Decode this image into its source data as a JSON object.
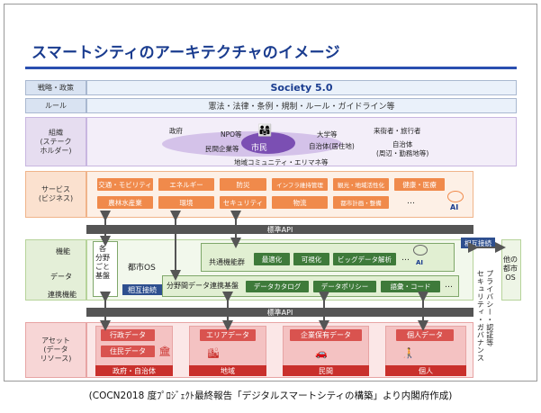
{
  "title": "スマートシティのアーキテクチャのイメージ",
  "rows": {
    "strategy": {
      "label": "戦略・政策",
      "content": "Society 5.0"
    },
    "rule": {
      "label": "ルール",
      "content": "憲法・法律・条例・規制・ルール・ガイドライン等"
    },
    "org": {
      "label": "組織\n(ステーク\nホルダー)",
      "items": [
        "政府",
        "NPO等",
        "大学等",
        "来街者・旅行者",
        "民間企業等",
        "自治体(居住地)",
        "自治体\n(周辺・勤務地等)",
        "地域コミュニティ・エリマネ等"
      ],
      "center": "市民"
    },
    "service": {
      "label": "サービス\n(ビジネス)",
      "row1": [
        "交通・モビリティ",
        "エネルギー",
        "防災",
        "インフラ維持管理",
        "観光・地域活性化",
        "健康・医療"
      ],
      "row2": [
        "農林水産業",
        "環境",
        "セキュリティ",
        "物流",
        "都市計画・整備",
        "…"
      ],
      "ai": "AI"
    },
    "api_top": "標準API",
    "function": {
      "label_function": "機能",
      "label_data": "データ",
      "label_link": "連携機能",
      "field_base": "各\n分野\nごと\n基盤",
      "city_os": "都市OS",
      "common_title": "共通機能群",
      "common_items": [
        "最適化",
        "可視化",
        "ビッグデータ解析",
        "…"
      ],
      "ai": "AI",
      "mutual": "相互接続",
      "cross_title": "分野間データ連携基盤",
      "cross_items": [
        "データカタログ",
        "データポリシー",
        "語彙・コード",
        "…"
      ],
      "mutual_right": "相互接続",
      "other_os": "他の\n都市\nOS"
    },
    "api_bottom": "標準API",
    "asset": {
      "label": "アセット\n(データ\nリソース)",
      "groups": [
        {
          "items": [
            "行政データ",
            "住民データ"
          ],
          "footer": "政府・自治体"
        },
        {
          "items": [
            "エリアデータ"
          ],
          "footer": "地域"
        },
        {
          "items": [
            "企業保有データ"
          ],
          "footer": "民間"
        },
        {
          "items": [
            "個人データ"
          ],
          "footer": "個人"
        }
      ]
    },
    "governance": "プライバシー・認証等\nセキュリティ・ガバナンス"
  },
  "caption": "(COCN2018 度ﾌﾟﾛｼﾞｪｸﾄ最終報告「デジタルスマートシティの構築」より内閣府作成)",
  "colors": {
    "title": "#1a3c8f",
    "orange": "#f08a4b",
    "green": "#3e7a3a",
    "red": "#d9534f",
    "api": "#555555"
  }
}
